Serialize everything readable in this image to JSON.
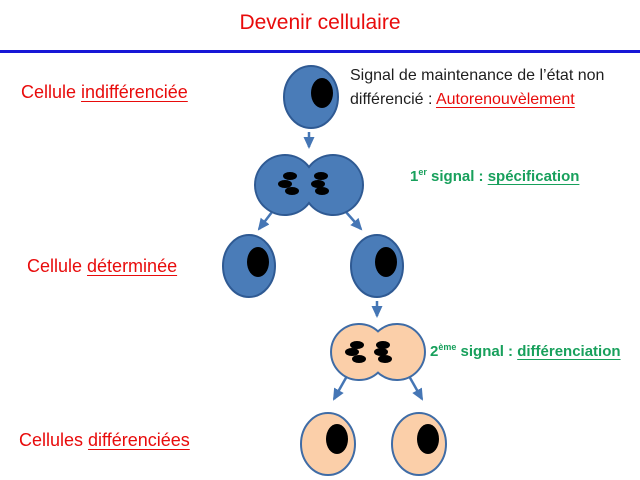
{
  "title": "Devenir cellulaire",
  "stage_labels": {
    "stage1": {
      "prefix": "Cellule ",
      "underlined": "indifférenciée"
    },
    "stage2": {
      "prefix": "Cellule ",
      "underlined": "déterminée"
    },
    "stage3": {
      "prefix": "Cellules ",
      "underlined": "différenciées"
    }
  },
  "annotations": {
    "maintenance": {
      "prefix": "Signal de maintenance de l’état non différencié : ",
      "highlight": "Autorenouvèlement"
    },
    "signal1": {
      "number": "1",
      "ordinal": "er",
      "rest": " signal : ",
      "underlined": "spécification"
    },
    "signal2": {
      "number": "2",
      "ordinal": "ème",
      "rest": " signal : ",
      "underlined": "différenciation"
    }
  },
  "colors": {
    "title_red": "#e80b0b",
    "label_red": "#e80b0b",
    "rule_blue": "#1717d6",
    "body_text": "#1f1f1f",
    "signal_green": "#18a05c",
    "cell_blue_fill": "#4a7cb8",
    "cell_blue_stroke": "#2f5a93",
    "cell_peach_fill": "#fbcfa9",
    "cell_peach_stroke": "#3f6ca6",
    "arrow_blue": "#4576b5",
    "nucleus_black": "#000000"
  }
}
